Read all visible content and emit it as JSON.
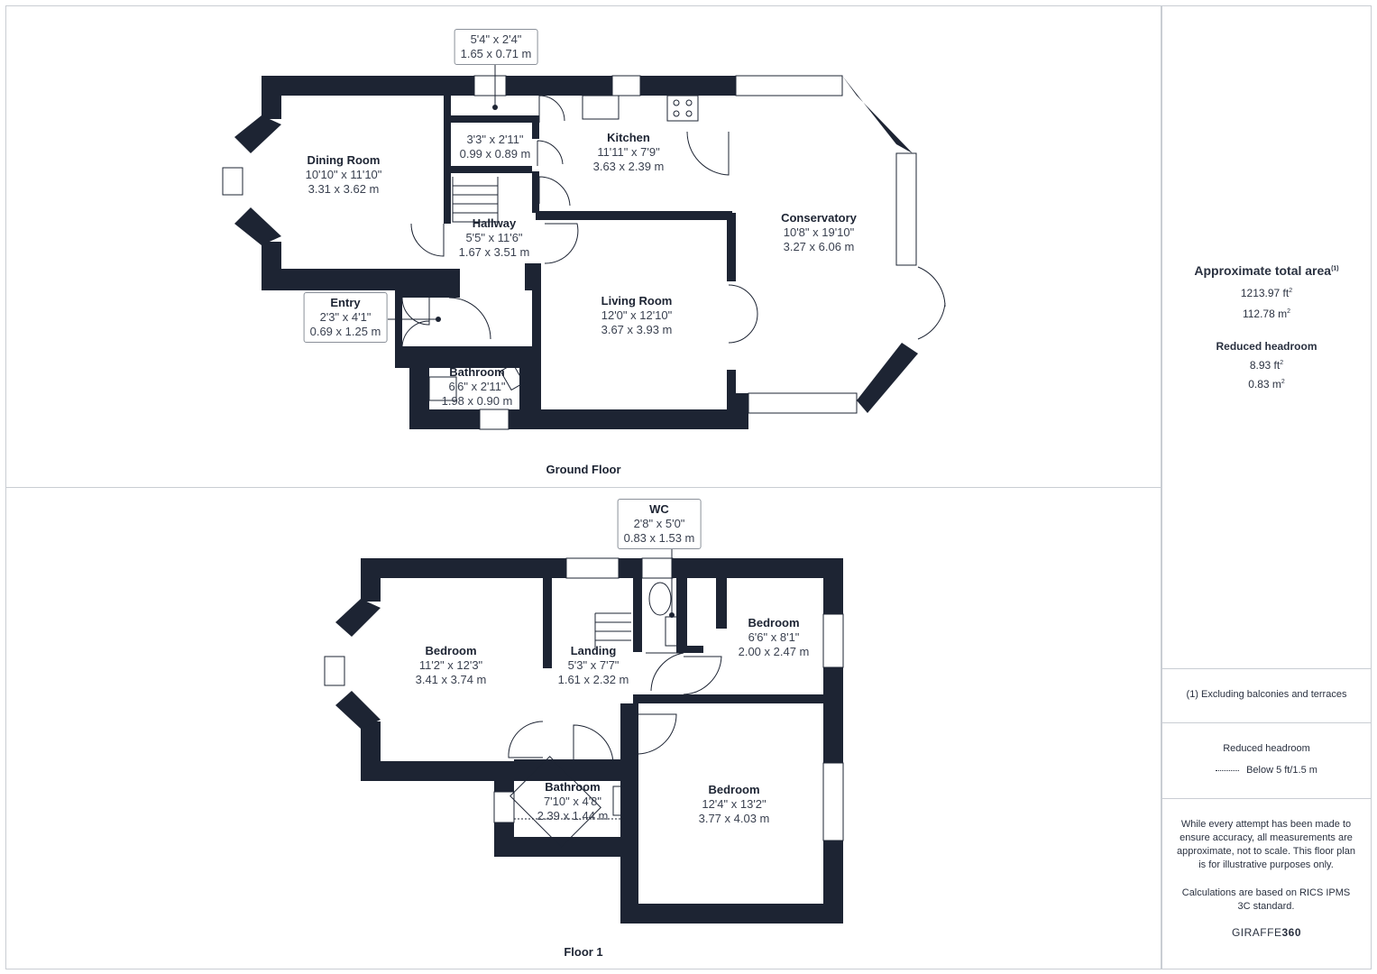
{
  "floors": [
    {
      "title": "Ground Floor"
    },
    {
      "title": "Floor 1"
    }
  ],
  "rooms": {
    "store": {
      "dim1": "5'4\" x 2'4\"",
      "dim2": "1.65 x 0.71 m"
    },
    "cupboard": {
      "dim1": "3'3\" x 2'11\"",
      "dim2": "0.99 x 0.89 m"
    },
    "dining": {
      "name": "Dining Room",
      "dim1": "10'10\" x 11'10\"",
      "dim2": "3.31 x 3.62 m"
    },
    "kitchen": {
      "name": "Kitchen",
      "dim1": "11'11\" x 7'9\"",
      "dim2": "3.63 x 2.39 m"
    },
    "conservatory": {
      "name": "Conservatory",
      "dim1": "10'8\" x 19'10\"",
      "dim2": "3.27 x 6.06 m"
    },
    "hallway": {
      "name": "Hallway",
      "dim1": "5'5\" x 11'6\"",
      "dim2": "1.67 x 3.51 m"
    },
    "entry": {
      "name": "Entry",
      "dim1": "2'3\" x 4'1\"",
      "dim2": "0.69 x 1.25 m"
    },
    "living": {
      "name": "Living Room",
      "dim1": "12'0\" x 12'10\"",
      "dim2": "3.67 x 3.93 m"
    },
    "bathroom_g": {
      "name": "Bathroom",
      "dim1": "6'6\" x 2'11\"",
      "dim2": "1.98 x 0.90 m"
    },
    "wc": {
      "name": "WC",
      "dim1": "2'8\" x 5'0\"",
      "dim2": "0.83 x 1.53 m"
    },
    "bedroom1": {
      "name": "Bedroom",
      "dim1": "11'2\" x 12'3\"",
      "dim2": "3.41 x 3.74 m"
    },
    "landing": {
      "name": "Landing",
      "dim1": "5'3\" x 7'7\"",
      "dim2": "1.61 x 2.32 m"
    },
    "bedroom2": {
      "name": "Bedroom",
      "dim1": "6'6\" x 8'1\"",
      "dim2": "2.00 x 2.47 m"
    },
    "bathroom_1": {
      "name": "Bathroom",
      "dim1": "7'10\" x 4'8\"",
      "dim2": "2.39 x 1.44 m"
    },
    "bedroom3": {
      "name": "Bedroom",
      "dim1": "12'4\" x 13'2\"",
      "dim2": "3.77 x 4.03 m"
    }
  },
  "sidebar": {
    "total_title": "Approximate total area",
    "total_note_mark": "(1)",
    "total_ft": "1213.97 ft",
    "total_m": "112.78 m",
    "reduced_title": "Reduced headroom",
    "reduced_ft": "8.93 ft",
    "reduced_m": "0.83 m",
    "squared": "2",
    "footnote": "(1) Excluding balconies and terraces",
    "legend_title": "Reduced headroom",
    "legend_text": "Below 5 ft/1.5 m",
    "disclaimer": "While every attempt has been made to ensure accuracy, all measurements are approximate, not to scale. This floor plan is for illustrative purposes only.",
    "calc_note": "Calculations are based on RICS IPMS 3C standard.",
    "logo_light": "GIRAFFE",
    "logo_bold": "360"
  },
  "colors": {
    "wall": "#1d2433",
    "line": "#c9cdd3",
    "text": "#1d2433"
  }
}
